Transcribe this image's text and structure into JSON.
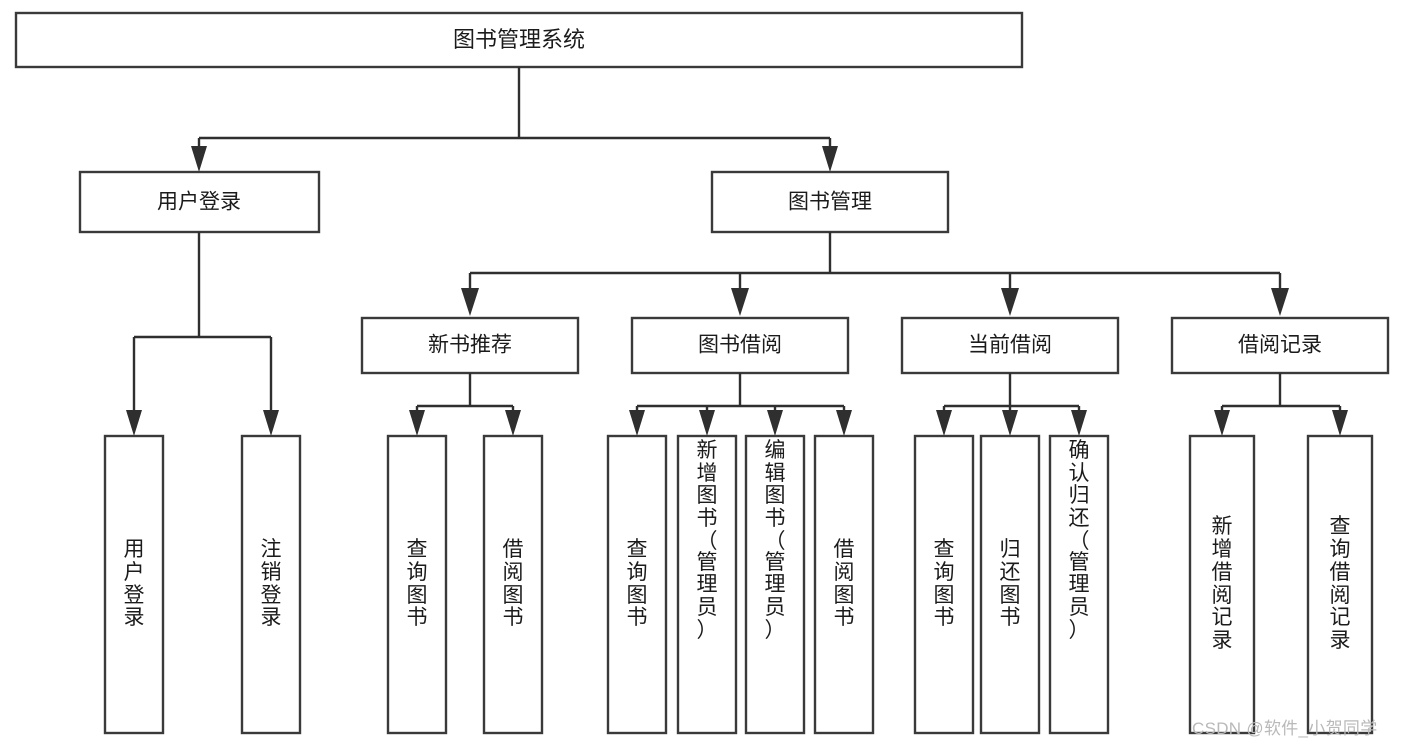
{
  "diagram": {
    "type": "tree-hierarchy",
    "title": "图书管理系统",
    "orientation": "top-down",
    "colors": {
      "box_stroke": "#3a3a3a",
      "box_fill": "#ffffff",
      "edge": "#2f2f2f",
      "text": "#1b1b1b",
      "background": "#ffffff",
      "watermark": "#b9b9b9"
    },
    "root": {
      "label": "图书管理系统"
    },
    "level1": [
      {
        "label": "用户登录"
      },
      {
        "label": "图书管理"
      }
    ],
    "level2": [
      {
        "label": "新书推荐"
      },
      {
        "label": "图书借阅"
      },
      {
        "label": "当前借阅"
      },
      {
        "label": "借阅记录"
      }
    ],
    "leaves": {
      "user_login": [
        {
          "label": "用户登录",
          "chars": [
            "用",
            "户",
            "登",
            "录"
          ]
        },
        {
          "label": "注销登录",
          "chars": [
            "注",
            "销",
            "登",
            "录"
          ]
        }
      ],
      "new_book_recommend": [
        {
          "label": "查询图书",
          "chars": [
            "查",
            "询",
            "图",
            "书"
          ]
        },
        {
          "label": "借阅图书",
          "chars": [
            "借",
            "阅",
            "图",
            "书"
          ]
        }
      ],
      "book_borrow": [
        {
          "label": "查询图书",
          "chars": [
            "查",
            "询",
            "图",
            "书"
          ]
        },
        {
          "label": "新增图书（管理员）",
          "chars": [
            "新",
            "增",
            "图",
            "书",
            "（",
            "管",
            "理",
            "员",
            "）"
          ]
        },
        {
          "label": "编辑图书（管理员）",
          "chars": [
            "编",
            "辑",
            "图",
            "书",
            "（",
            "管",
            "理",
            "员",
            "）"
          ]
        },
        {
          "label": "借阅图书",
          "chars": [
            "借",
            "阅",
            "图",
            "书"
          ]
        }
      ],
      "current_borrow": [
        {
          "label": "查询图书",
          "chars": [
            "查",
            "询",
            "图",
            "书"
          ]
        },
        {
          "label": "归还图书",
          "chars": [
            "归",
            "还",
            "图",
            "书"
          ]
        },
        {
          "label": "确认归还（管理员）",
          "chars": [
            "确",
            "认",
            "归",
            "还",
            "（",
            "管",
            "理",
            "员",
            "）"
          ]
        }
      ],
      "borrow_record": [
        {
          "label": "新增借阅记录",
          "chars": [
            "新",
            "增",
            "借",
            "阅",
            "记",
            "录"
          ]
        },
        {
          "label": "查询借阅记录",
          "chars": [
            "查",
            "询",
            "借",
            "阅",
            "记",
            "录"
          ]
        }
      ]
    }
  },
  "watermark": {
    "text": "CSDN @软件_小贺同学"
  }
}
